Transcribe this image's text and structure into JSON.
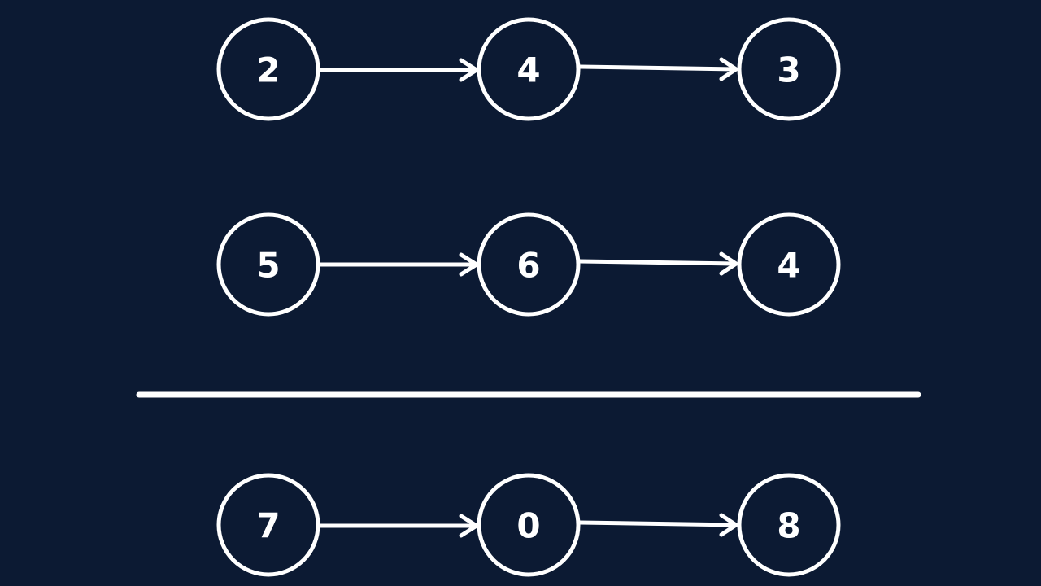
{
  "colors": {
    "background": "#0c1a33",
    "stroke": "#ffffff",
    "text": "#ffffff"
  },
  "lists": [
    {
      "id": "list-1",
      "nodes": [
        "2",
        "4",
        "3"
      ]
    },
    {
      "id": "list-2",
      "nodes": [
        "5",
        "6",
        "4"
      ]
    },
    {
      "id": "result",
      "nodes": [
        "7",
        "0",
        "8"
      ]
    }
  ]
}
